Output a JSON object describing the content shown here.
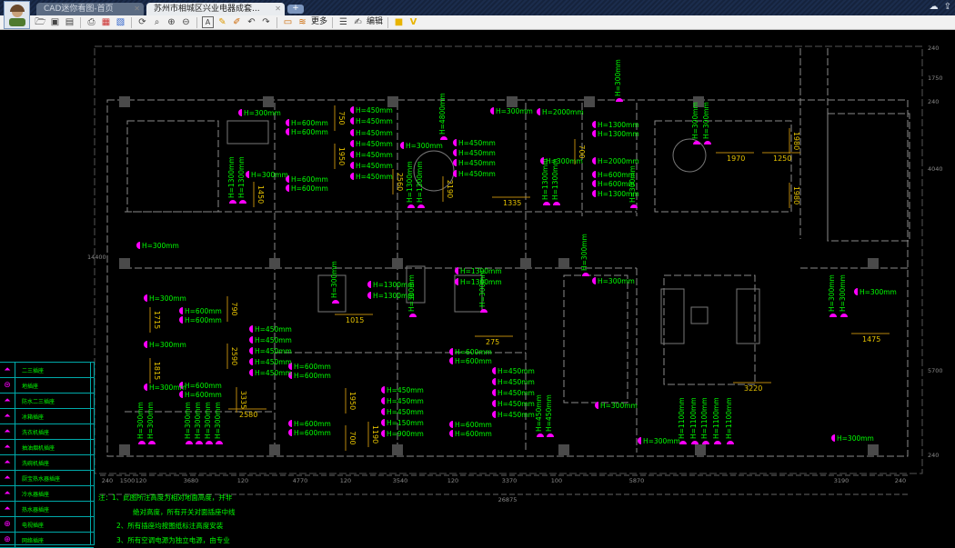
{
  "tabs": [
    {
      "label": "CAD迷你看图-首页"
    },
    {
      "label": "苏州市相城区兴业电器成套..."
    }
  ],
  "tab_add": "+",
  "toolbar": {
    "more": "更多",
    "edit": "编辑"
  },
  "icons": [
    "open-icon",
    "save-icon",
    "save-as-icon",
    "print-icon",
    "export-icon",
    "convert-icon",
    "zoom-window-icon",
    "zoom-extents-icon",
    "zoom-in-icon",
    "zoom-out-icon",
    "text-icon",
    "pen-icon",
    "markup-icon",
    "undo-icon",
    "redo-icon",
    "measure-icon",
    "more-icon",
    "layers-icon",
    "edit-icon",
    "folder-icon",
    "vip-icon",
    "cloud-icon",
    "share-icon"
  ],
  "colors": {
    "socket": "#ff00ff",
    "label": "#00ff00",
    "dimension": "#e6c200",
    "wall": "#9a9a9a",
    "legend_border": "#00aaaa"
  },
  "legend": [
    "二三插座",
    "地插座",
    "防水二三插座",
    "冰箱插座",
    "洗衣机插座",
    "抽油烟机插座",
    "洗碗机插座",
    "厨宝热水器插座",
    "冷水器插座",
    "热水器插座",
    "电视插座",
    "网络插座"
  ],
  "notes": [
    "注：1、此图所注高度为相对地面高度，并非",
    "绝对高度，所有开关对面插座中线",
    "2、所有插座均按图纸标注高度安装",
    "3、所有空调电源为独立电源，由专业"
  ],
  "drawing": {
    "h_labels": [
      "H=300mm",
      "H=600mm",
      "H=600mm",
      "H=600mm",
      "H=600mm",
      "H=300mm",
      "H=450mm",
      "H=450mm",
      "H=450mm",
      "H=450mm",
      "H=450mm",
      "H=450mm",
      "H=450mm",
      "H=300mm",
      "H=450mm",
      "H=450mm",
      "H=450mm",
      "H=450mm",
      "H=300mm",
      "H=2000mm",
      "H=1300mm",
      "H=1300mm",
      "H=300mm",
      "H=2000mm",
      "H=600mm",
      "H=600mm",
      "H=1300mm",
      "H=300mm",
      "H=300mm",
      "H=600mm",
      "H=600mm",
      "H=300mm",
      "H=300mm",
      "H=600mm",
      "H=600mm",
      "H=450mm",
      "H=450mm",
      "H=450mm",
      "H=450mm",
      "H=450mm",
      "H=600mm",
      "H=600mm",
      "H=600mm",
      "H=600mm",
      "H=1300mm",
      "H=1300mm",
      "H=1300mm",
      "H=1300mm",
      "H=600mm",
      "H=600mm",
      "H=450mm",
      "H=450mm",
      "H=450mm",
      "H=150mm",
      "H=900mm",
      "H=600mm",
      "H=600mm",
      "H=450mm",
      "H=450mm",
      "H=450mm",
      "H=450mm",
      "H=450mm",
      "H=300mm",
      "H=300mm",
      "H=300mm",
      "H=300mm",
      "H=300mm"
    ],
    "v_labels": [
      "H=1300mm",
      "H=1300mm",
      "H=4800mm",
      "H=1300mm",
      "H=1300mm",
      "H=1300mm",
      "H=1300mm",
      "H=300mm",
      "H=300mm",
      "H=300mm",
      "H=300mm",
      "H=300mm",
      "H=300mm",
      "H=300mm",
      "H=300mm",
      "H=300mm",
      "H=300mm",
      "H=300mm",
      "H=300mm",
      "H=300mm",
      "H=300mm",
      "H=450mm",
      "H=450mm",
      "H=300mm",
      "H=300mm",
      "H=1100mm",
      "H=1100mm",
      "H=1100mm",
      "H=1100mm",
      "H=1100mm"
    ],
    "dims": [
      "750",
      "1950",
      "1450",
      "2560",
      "2190",
      "1335",
      "700",
      "1970",
      "1250",
      "1980",
      "1980",
      "1715",
      "790",
      "2590",
      "1815",
      "3335",
      "2580",
      "1950",
      "700",
      "1190",
      "1015",
      "275",
      "3220",
      "1475"
    ],
    "axis_bottom": [
      "240",
      "1500",
      "120",
      "3680",
      "120",
      "4770",
      "120",
      "3540",
      "120",
      "3370",
      "100",
      "5870",
      "3190",
      "240"
    ],
    "axis_total": "26875",
    "axis_left": "14400",
    "axis_right": [
      "1750",
      "240",
      "4040",
      "5700",
      "240",
      "240"
    ]
  }
}
